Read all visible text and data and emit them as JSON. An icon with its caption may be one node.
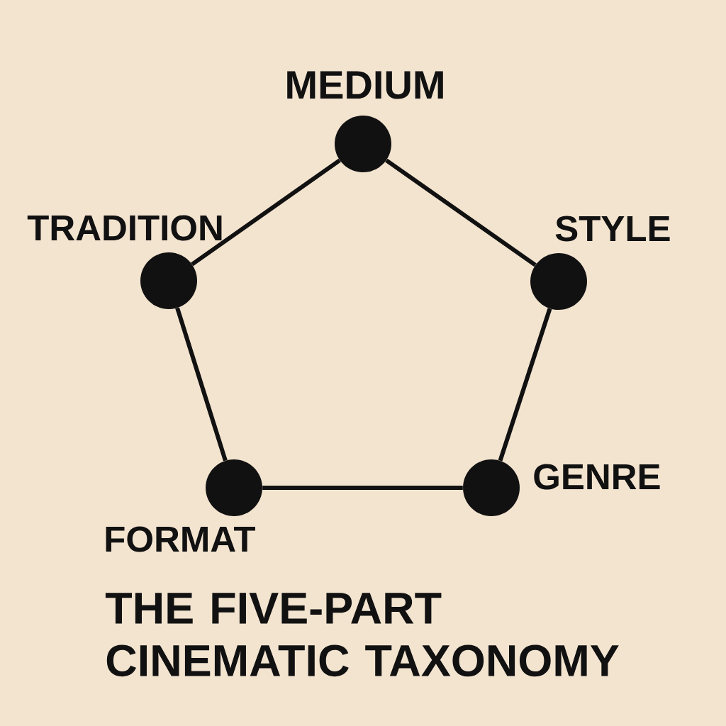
{
  "diagram": {
    "title": "THE FIVE-PART CINEMATIC TAXONOMY",
    "nodes": [
      {
        "text": [],
        "shape": "circle",
        "beside": [
          "MEDIUM"
        ]
      },
      {
        "text": [],
        "shape": "circle",
        "beside": [
          "TRADITION"
        ]
      },
      {
        "text": [],
        "shape": "circle",
        "beside": [
          "STYLE"
        ]
      },
      {
        "text": [],
        "shape": "circle",
        "beside": [
          "FORMAT"
        ]
      },
      {
        "text": [],
        "shape": "circle",
        "beside": [
          "GENRE"
        ]
      }
    ],
    "edges": [
      {
        "from": 1,
        "to": 0,
        "arrow": "none"
      },
      {
        "from": 0,
        "to": 2,
        "arrow": "none"
      },
      {
        "from": 2,
        "to": 4,
        "arrow": "none"
      },
      {
        "from": 3,
        "to": 4,
        "arrow": "none"
      },
      {
        "from": 1,
        "to": 3,
        "arrow": "none"
      }
    ]
  }
}
